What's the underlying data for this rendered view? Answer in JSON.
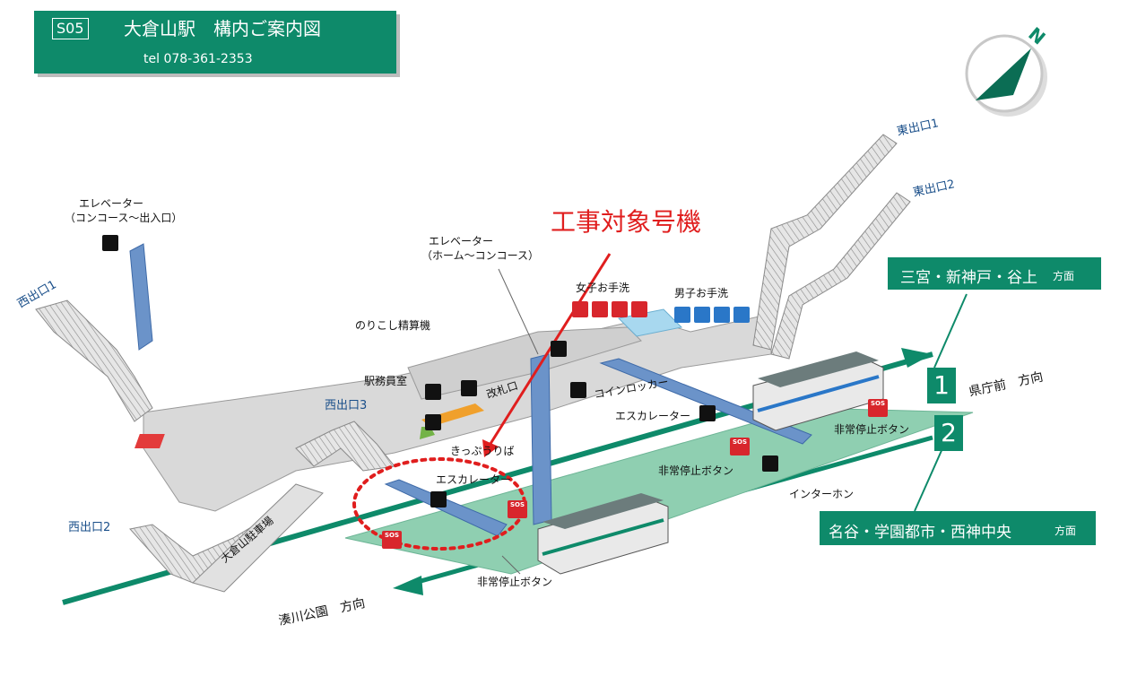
{
  "header": {
    "station_code": "S05",
    "title": "大倉山駅　構内ご案内図",
    "tel": "tel 078-361-2353"
  },
  "compass": {
    "label": "N"
  },
  "labels": {
    "elevator_concourse_exit_1": "エレベーター",
    "elevator_concourse_exit_2": "（コンコース～出入口）",
    "elevator_home_concourse_1": "エレベーター",
    "elevator_home_concourse_2": "（ホーム～コンコース）",
    "west_exit_1": "西出口1",
    "west_exit_2": "西出口2",
    "west_exit_3": "西出口3",
    "east_exit_1": "東出口1",
    "east_exit_2": "東出口2",
    "fare_adjust": "のりこし精算機",
    "staff_room": "駅務員室",
    "ticket_gate": "改札口",
    "coin_locker": "コインロッカー",
    "ticket_office": "きっぷうりば",
    "escalator_a": "エスカレーター",
    "escalator_b": "エスカレーター",
    "emergency_stop_a": "非常停止ボタン",
    "emergency_stop_b": "非常停止ボタン",
    "emergency_stop_c": "非常停止ボタン",
    "intercom": "インターホン",
    "womens_restroom": "女子お手洗",
    "mens_restroom": "男子お手洗",
    "parking": "大倉山駐車場",
    "construction": "工事対象号機",
    "sos": "SOS"
  },
  "platforms": {
    "track1_number": "1",
    "track2_number": "2",
    "track1_direction_main": "三宮・新神戸・谷上",
    "track1_direction_suffix": "方面",
    "track2_direction_main": "名谷・学園都市・西神中央",
    "track2_direction_suffix": "方面",
    "east_dir": "県庁前　方向",
    "west_dir": "湊川公園　方向"
  },
  "colors": {
    "brand_green": "#0e8a6a",
    "platform_green": "#8fcfb1",
    "structure_gray": "#d9d9d9",
    "elevator_blue": "#6b93c9",
    "highlight_red": "#e01e1e"
  }
}
